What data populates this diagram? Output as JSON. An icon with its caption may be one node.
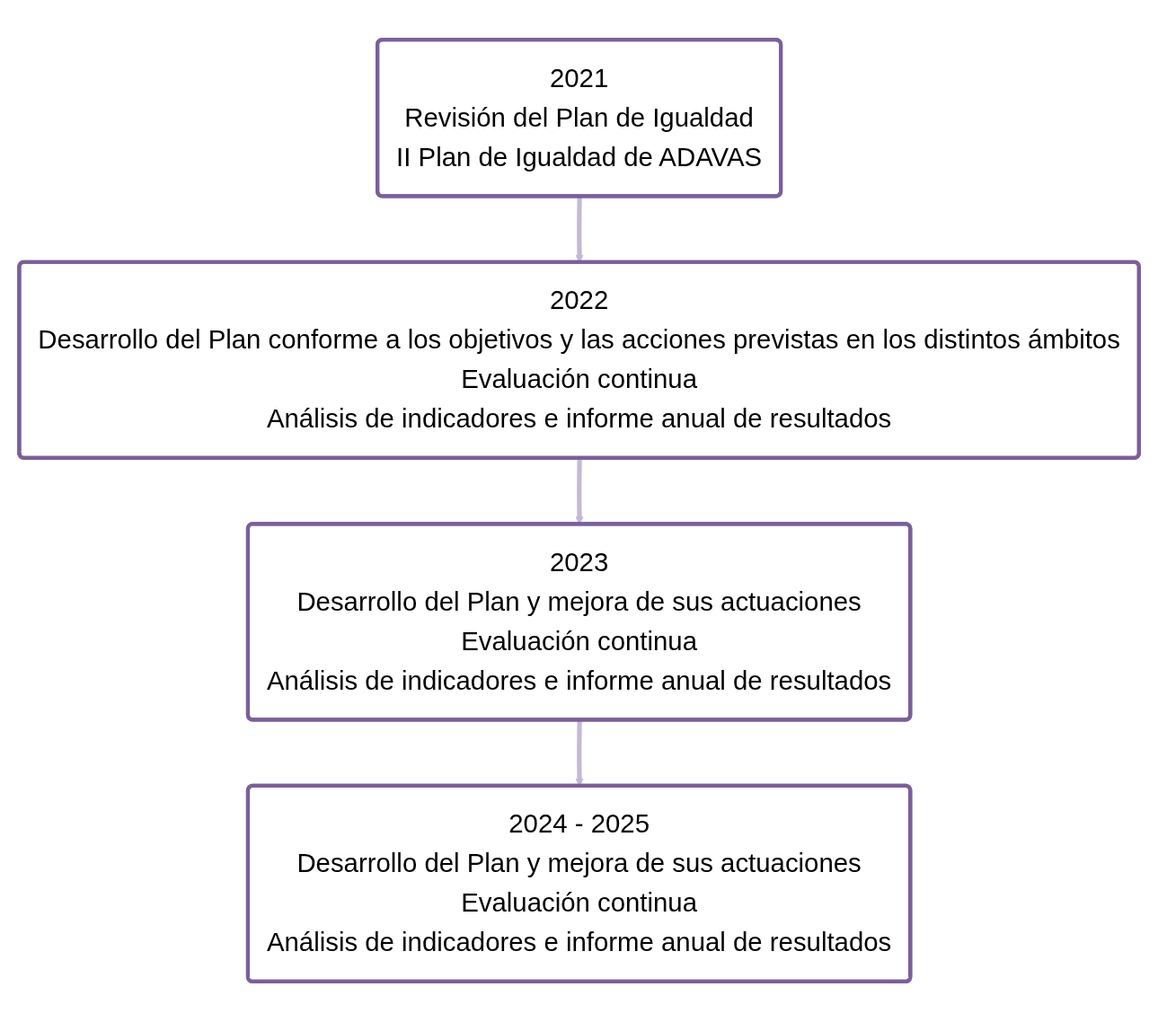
{
  "diagram": {
    "nodes": [
      {
        "text": [
          "2021",
          "Revisión del Plan de Igualdad",
          "II Plan de Igualdad de ADAVAS"
        ]
      },
      {
        "text": [
          "2022",
          "Desarrollo del Plan conforme a los objetivos y las acciones previstas en los distintos ámbitos",
          "Evaluación continua",
          "Análisis de indicadores e informe anual de resultados"
        ]
      },
      {
        "text": [
          "2023",
          "Desarrollo del Plan y mejora de sus actuaciones",
          "Evaluación continua",
          "Análisis de indicadores e informe anual de resultados"
        ]
      },
      {
        "text": [
          "2024 - 2025",
          "Desarrollo del Plan y mejora de sus actuaciones",
          "Evaluación continua",
          "Análisis de indicadores e informe anual de resultados"
        ]
      }
    ],
    "edges": [
      {
        "from": 0,
        "to": 1,
        "arrow": "to"
      },
      {
        "from": 1,
        "to": 2,
        "arrow": "to"
      },
      {
        "from": 2,
        "to": 3,
        "arrow": "to"
      }
    ]
  }
}
